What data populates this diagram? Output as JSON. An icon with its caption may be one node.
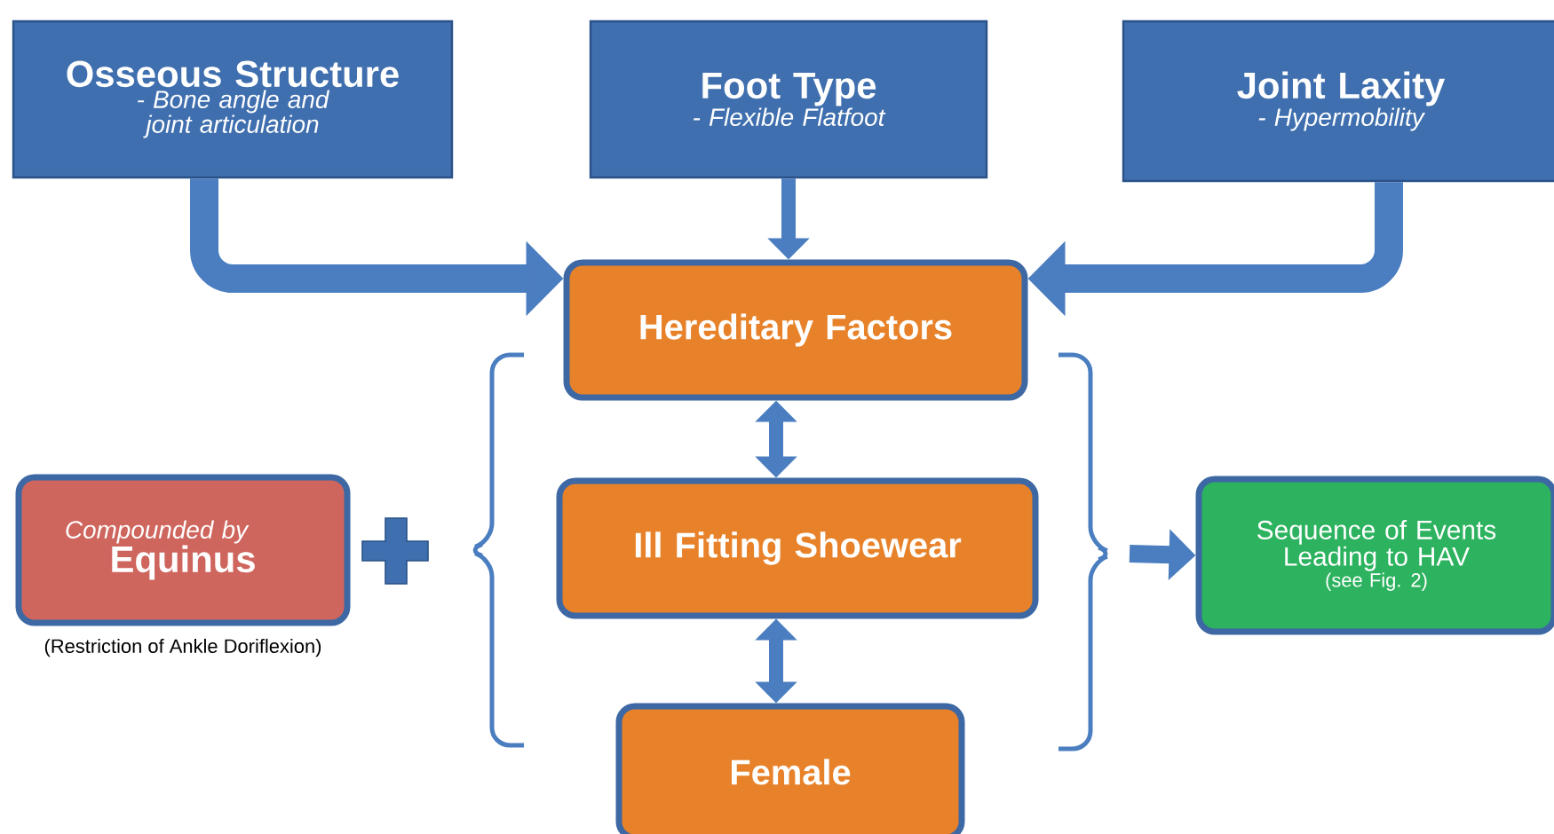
{
  "diagram": {
    "nodes": [
      {
        "text": [
          "Osseous Structure",
          "- Bone angle and joint articulation"
        ]
      },
      {
        "text": [
          "Foot Type",
          "- Flexible Flatfoot"
        ]
      },
      {
        "text": [
          "Joint Laxity",
          "- Hypermobility"
        ]
      },
      {
        "text": [
          "Hereditary Factors"
        ]
      },
      {
        "text": [
          "Compounded by",
          "Equinus"
        ],
        "beside": [
          "(Restriction of Ankle Doriflexion)"
        ]
      },
      {
        "text": [
          "Ill Fitting Shoewear"
        ]
      },
      {
        "text": [
          "Female"
        ]
      },
      {
        "text": [
          "Sequence of Events Leading to HAV",
          "(see Fig. 2)"
        ]
      }
    ],
    "edges": [
      {
        "from": 0,
        "to": 3,
        "arrow": "to",
        "style": "thick"
      },
      {
        "from": 1,
        "to": 3,
        "arrow": "to"
      },
      {
        "from": 2,
        "to": 3,
        "arrow": "to",
        "style": "thick"
      },
      {
        "from": 3,
        "to": 5,
        "arrow": "both"
      },
      {
        "from": 5,
        "to": 6,
        "arrow": "both"
      },
      {
        "from": null,
        "to": 7,
        "arrow": "to"
      }
    ]
  }
}
